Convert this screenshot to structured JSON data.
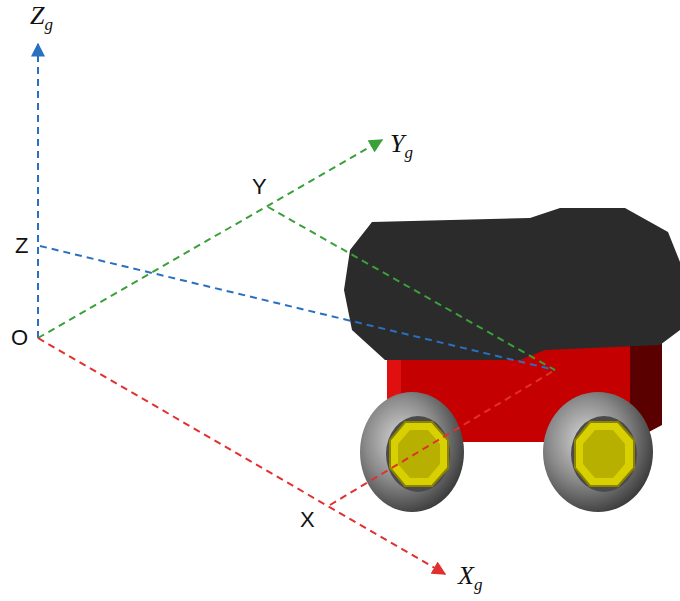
{
  "diagram": {
    "labels": [
      "Zg",
      "Yg",
      "Xg",
      "O",
      "Z",
      "Y",
      "X"
    ]
  }
}
